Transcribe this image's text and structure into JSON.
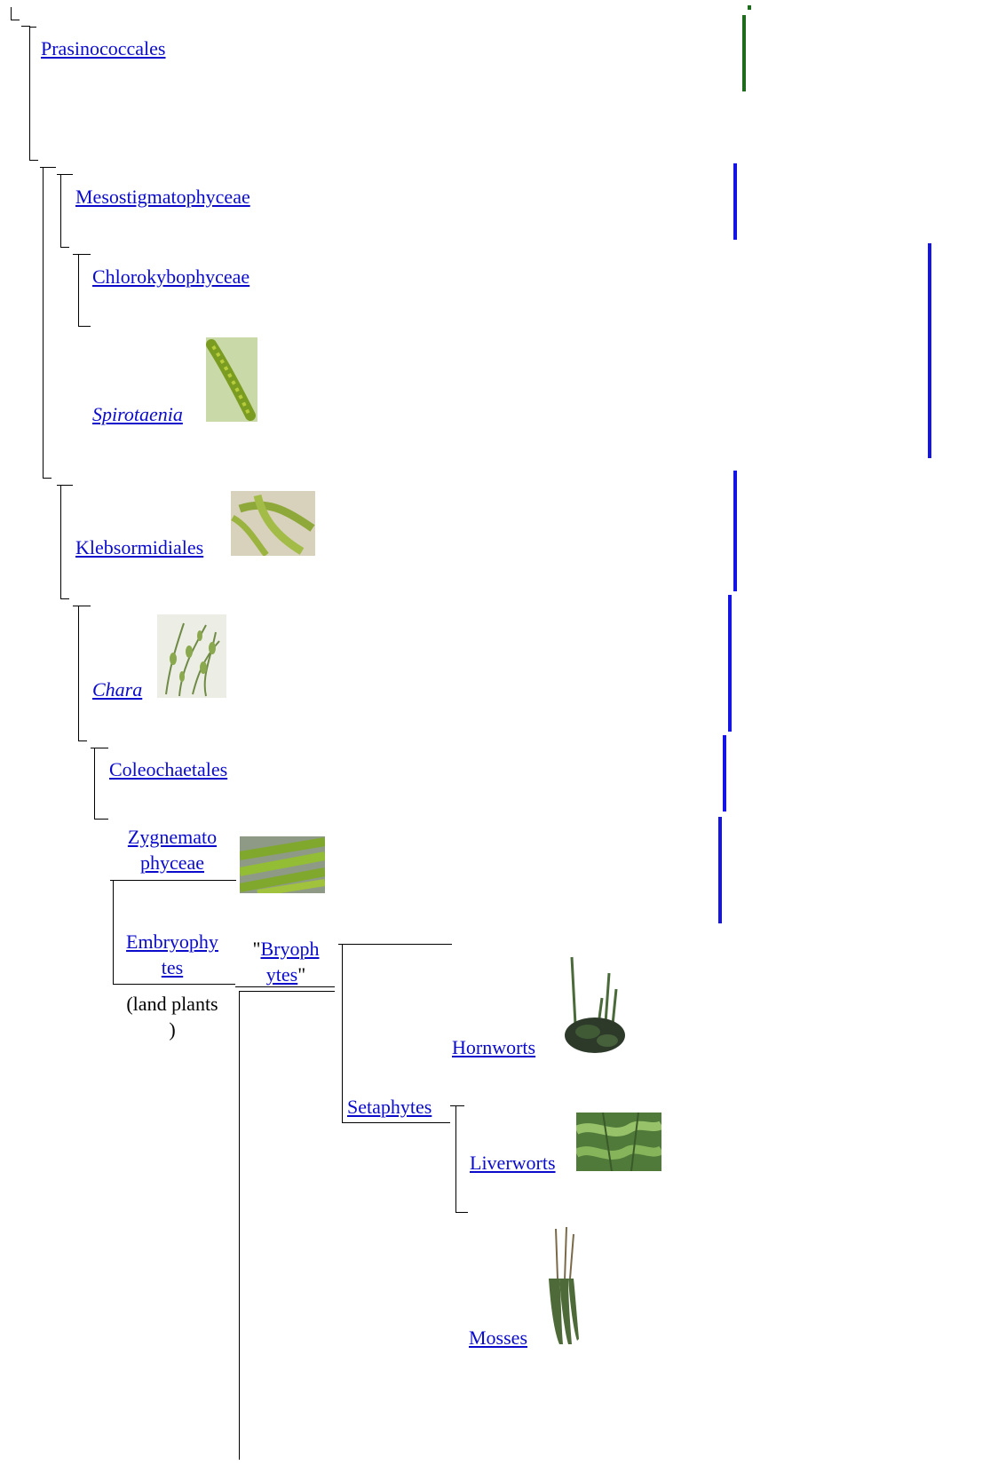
{
  "colors": {
    "link": "#0b0bcc",
    "bar_green": "#1e6b1e",
    "bar_blue": "#1414e6"
  },
  "taxa": {
    "prasinococcales": "Prasinococcales",
    "mesostigmatophyceae": "Mesostigmatophyceae",
    "chlorokybophyceae": "Chlorokybophyceae",
    "spirotaenia": "Spirotaenia",
    "klebsormidiales": "Klebsormidiales",
    "chara": "Chara",
    "coleochaetales": "Coleochaetales",
    "zygnemato_1": "Zygnemato",
    "zygnemato_2": "phyceae",
    "embryophytes_1": "Embryophy",
    "embryophytes_2": "tes",
    "land_plants_1": "(land plants",
    "land_plants_2": ")",
    "bryophytes_quote_open": "\"",
    "bryophytes_1": "Bryoph",
    "bryophytes_2": "ytes",
    "bryophytes_quote_close": "\"",
    "hornworts": "Hornworts",
    "setaphytes": "Setaphytes",
    "liverworts": "Liverworts",
    "mosses": "Mosses"
  },
  "images": {
    "spirotaenia": "spirotaenia-photo",
    "klebsormidiales": "klebsormidium-filament-photo",
    "chara": "chara-photo",
    "zygnematophyceae": "zygnematophyceae-filaments-photo",
    "hornworts": "hornwort-photo",
    "liverworts": "liverwort-photo",
    "mosses": "moss-photo"
  }
}
